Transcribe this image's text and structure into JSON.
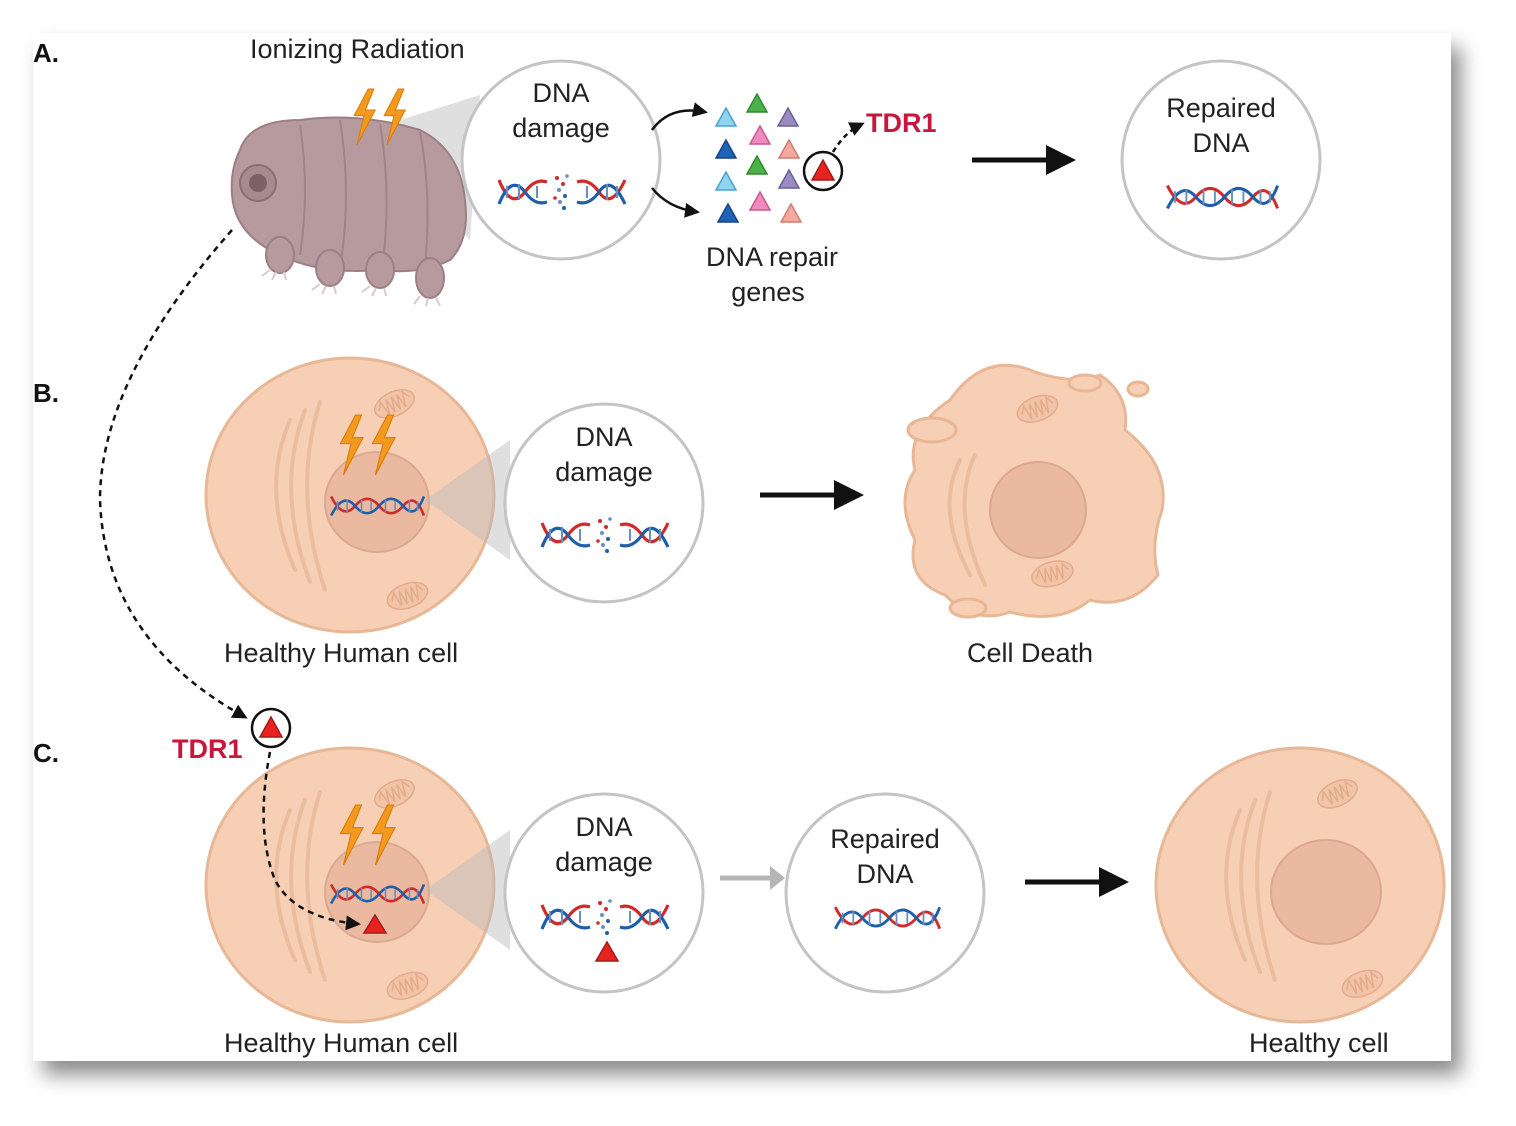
{
  "panels": {
    "a": {
      "label": "A.",
      "radiation_label": "Ionizing Radiation",
      "damage_label_1": "DNA",
      "damage_label_2": "damage",
      "genes_label_1": "DNA repair",
      "genes_label_2": "genes",
      "protein_label": "TDR1",
      "repaired_label_1": "Repaired",
      "repaired_label_2": "DNA"
    },
    "b": {
      "label": "B.",
      "damage_label_1": "DNA",
      "damage_label_2": "damage",
      "cell_label": "Healthy Human cell",
      "death_label": "Cell Death"
    },
    "c": {
      "label": "C.",
      "protein_label": "TDR1",
      "damage_label_1": "DNA",
      "damage_label_2": "damage",
      "repaired_label_1": "Repaired",
      "repaired_label_2": "DNA",
      "cell_label": "Healthy Human cell",
      "healthy_label": "Healthy cell"
    }
  },
  "colors": {
    "lightning": "#f39a1e",
    "tdr1": "#c8173c",
    "protein_triangle": "#e8231f",
    "dna_red": "#d02a2a",
    "dna_blue": "#1f5fa8",
    "cell": "#f7cfb4",
    "tardigrade": "#b69a9e"
  },
  "icons": [
    "lightning-icon",
    "dna-helix-icon",
    "broken-dna-icon",
    "tardigrade-icon",
    "mitochondrion-icon",
    "protein-triangle-icon"
  ]
}
